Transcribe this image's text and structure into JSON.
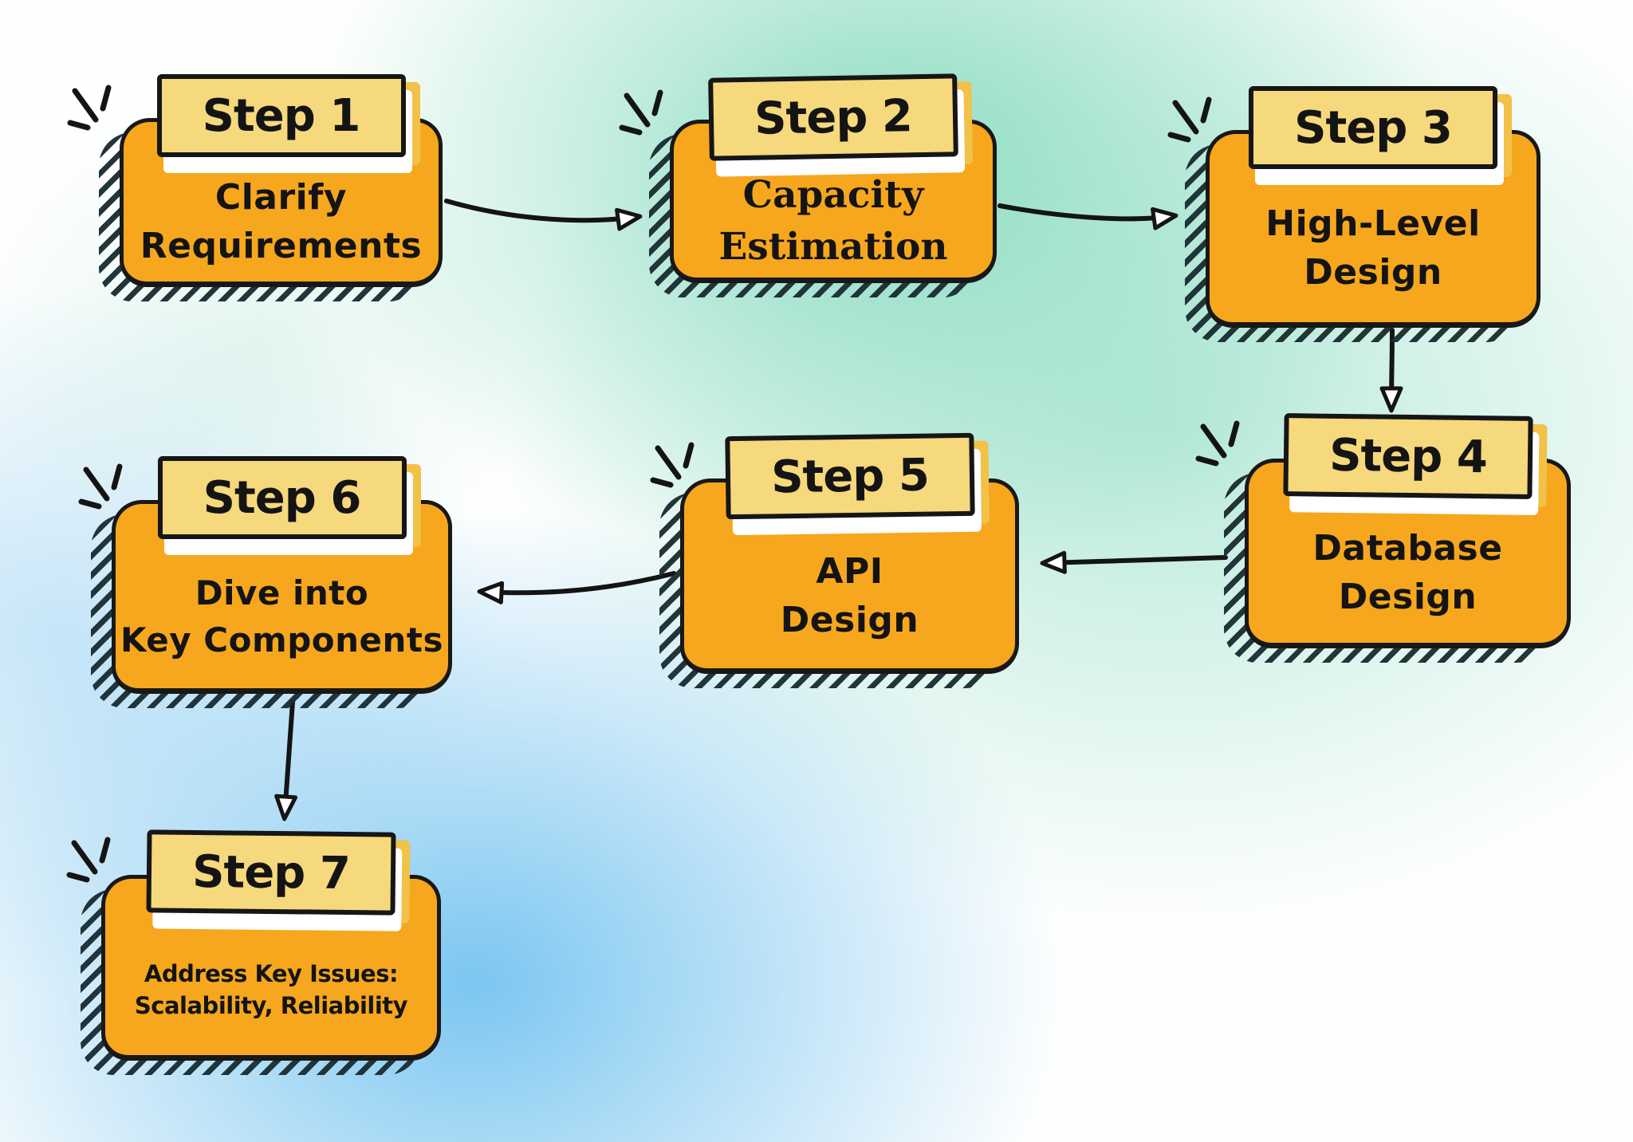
{
  "colors": {
    "card_orange": "#F6A71E",
    "badge_yellow": "#F6D87D",
    "badge_offset_yellow": "#F2C148",
    "badge_offset_white": "#FFFFFF",
    "ink": "#141414",
    "hatch_shadow": "#1A2D33",
    "background_mint": "#89DBC0",
    "background_blue": "#74C3F0"
  },
  "steps": [
    {
      "label": "Step 1",
      "lines": [
        "Clarify",
        "Requirements"
      ]
    },
    {
      "label": "Step 2",
      "lines": [
        "Capacity",
        "Estimation"
      ]
    },
    {
      "label": "Step 3",
      "lines": [
        "High-Level",
        "Design"
      ]
    },
    {
      "label": "Step 4",
      "lines": [
        "Database",
        "Design"
      ]
    },
    {
      "label": "Step 5",
      "lines": [
        "API",
        "Design"
      ]
    },
    {
      "label": "Step 6",
      "lines": [
        "Dive into",
        "Key Components"
      ]
    },
    {
      "label": "Step 7",
      "lines": [
        "Address Key Issues:",
        "Scalability, Reliability"
      ]
    }
  ],
  "flow": [
    {
      "from": "Step 1",
      "to": "Step 2"
    },
    {
      "from": "Step 2",
      "to": "Step 3"
    },
    {
      "from": "Step 3",
      "to": "Step 4"
    },
    {
      "from": "Step 4",
      "to": "Step 5"
    },
    {
      "from": "Step 5",
      "to": "Step 6"
    },
    {
      "from": "Step 6",
      "to": "Step 7"
    }
  ]
}
